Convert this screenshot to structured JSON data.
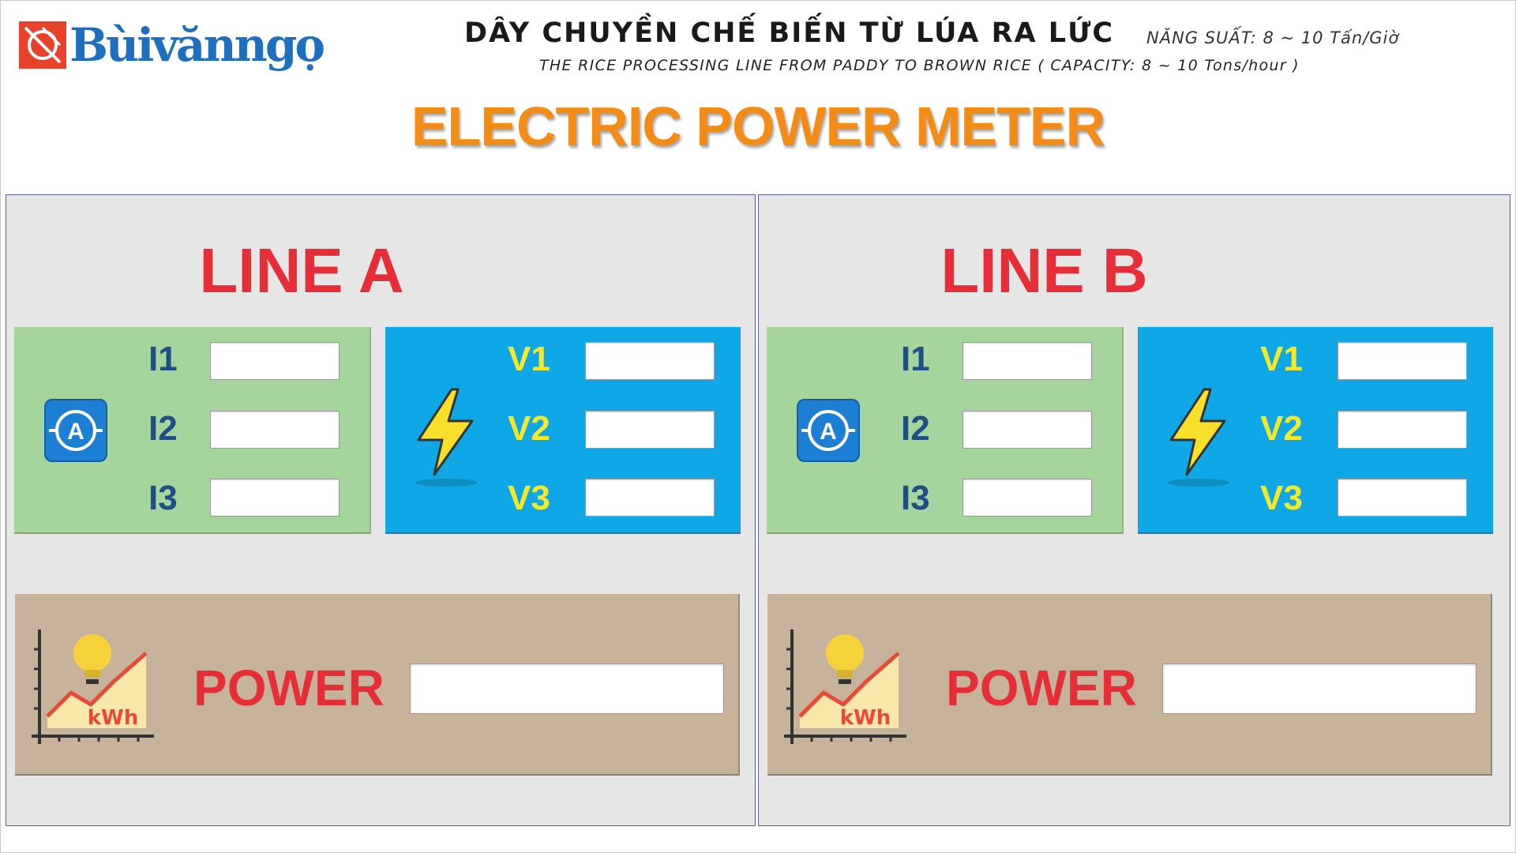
{
  "header": {
    "logo_text": "Bùivănngọ",
    "title_vn": "DÂY CHUYỀN CHẾ BIẾN TỪ LÚA RA LỨC",
    "capacity_vn": "NĂNG SUẤT: 8 ~ 10 Tấn/Giờ",
    "title_en": "THE RICE PROCESSING LINE FROM PADDY TO BROWN RICE ( CAPACITY: 8 ~ 10 Tons/hour )",
    "main_title": "ELECTRIC POWER METER"
  },
  "colors": {
    "accent_orange": "#f28c16",
    "line_title_red": "#e52e38",
    "current_box": "#a5d49c",
    "voltage_box": "#10a7e6",
    "power_box": "#c7b39c"
  },
  "lines": [
    {
      "title": "LINE A",
      "currents": [
        {
          "label": "I1",
          "value": ""
        },
        {
          "label": "I2",
          "value": ""
        },
        {
          "label": "I3",
          "value": ""
        }
      ],
      "voltages": [
        {
          "label": "V1",
          "value": ""
        },
        {
          "label": "V2",
          "value": ""
        },
        {
          "label": "V3",
          "value": ""
        }
      ],
      "power": {
        "label": "POWER",
        "value": ""
      },
      "icons": {
        "current": "ammeter-icon",
        "voltage": "lightning-bolt-icon",
        "power": "kwh-chart-icon"
      }
    },
    {
      "title": "LINE B",
      "currents": [
        {
          "label": "I1",
          "value": ""
        },
        {
          "label": "I2",
          "value": ""
        },
        {
          "label": "I3",
          "value": ""
        }
      ],
      "voltages": [
        {
          "label": "V1",
          "value": ""
        },
        {
          "label": "V2",
          "value": ""
        },
        {
          "label": "V3",
          "value": ""
        }
      ],
      "power": {
        "label": "POWER",
        "value": ""
      },
      "icons": {
        "current": "ammeter-icon",
        "voltage": "lightning-bolt-icon",
        "power": "kwh-chart-icon"
      }
    }
  ],
  "kwh_icon_text": "kWh",
  "ammeter_symbol": "A"
}
